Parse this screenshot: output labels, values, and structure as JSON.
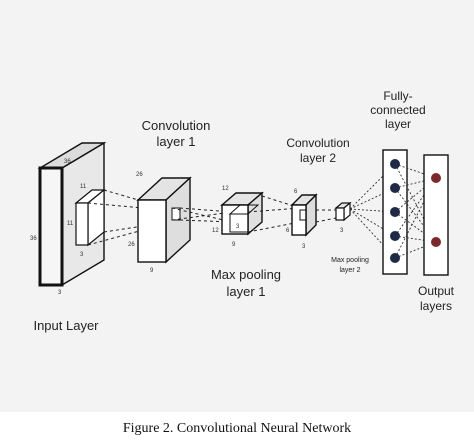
{
  "caption": "Figure 2. Convolutional Neural Network",
  "labels": {
    "input_layer": "Input Layer",
    "conv1_line1": "Convolution",
    "conv1_line2": "layer 1",
    "conv2_line1": "Convolution",
    "conv2_line2": "layer 2",
    "maxpool1_line1": "Max pooling",
    "maxpool1_line2": "layer 1",
    "maxpool2_line1": "Max pooling",
    "maxpool2_line2": "layer 2",
    "fc_line1": "Fully-",
    "fc_line2": "connected",
    "fc_line3": "layer",
    "output_line1": "Output",
    "output_line2": "layers"
  },
  "dims": {
    "input_top": "36",
    "input_left": "36",
    "input_depth": "3",
    "input_kernel_a": "11",
    "input_kernel_b": "11",
    "input_kernel_c": "3",
    "conv1_top": "26",
    "conv1_left": "26",
    "conv1_depth": "9",
    "pool1_top": "12",
    "pool1_left": "12",
    "pool1_depth": "9",
    "pool1_inner": "3",
    "conv2_top": "6",
    "conv2_left": "6",
    "conv2_depth": "3",
    "pool2_depth": "3"
  },
  "colors": {
    "fc_nodes": "#1f2a44",
    "output_nodes": "#7a2a2a"
  }
}
